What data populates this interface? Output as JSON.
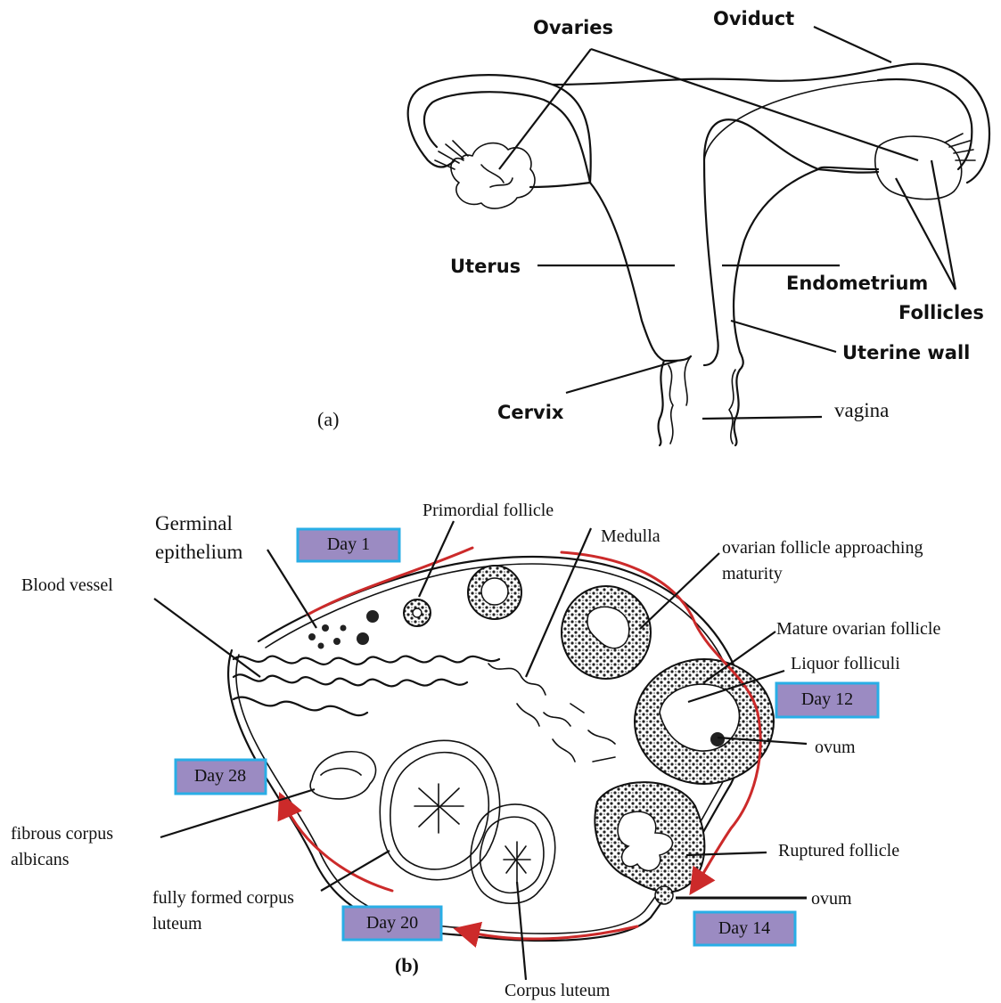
{
  "panel_a": {
    "tag": "(a)",
    "labels": {
      "ovaries": "Ovaries",
      "oviduct": "Oviduct",
      "uterus": "Uterus",
      "endometrium": "Endometrium",
      "follicles": "Follicles",
      "uterine_wall": "Uterine wall",
      "cervix": "Cervix",
      "vagina": "vagina"
    }
  },
  "panel_b": {
    "tag": "(b)",
    "labels": {
      "germinal_1": "Germinal",
      "germinal_2": "epithelium",
      "primordial": "Primordial follicle",
      "medulla": "Medulla",
      "approaching_1": "ovarian  follicle approaching",
      "approaching_2": "maturity",
      "blood_vessel": "Blood vessel",
      "mature": "Mature ovarian follicle",
      "liquor": "Liquor folliculi",
      "ovum_1": "ovum",
      "ruptured": "Ruptured follicle",
      "ovum_2": "ovum",
      "fibrous_1": "fibrous corpus",
      "fibrous_2": "albicans",
      "fully_1": "fully formed corpus",
      "fully_2": "luteum",
      "corpus_luteum": "Corpus luteum"
    },
    "days": {
      "day1": "Day   1",
      "day12": "Day   12",
      "day14": "Day   14",
      "day20": "Day  20",
      "day28": "Day  28"
    },
    "colors": {
      "cycle_arrow": "#cc2a2a",
      "day_box_fill": "#9b8bc2",
      "day_box_border": "#29aee6"
    }
  }
}
